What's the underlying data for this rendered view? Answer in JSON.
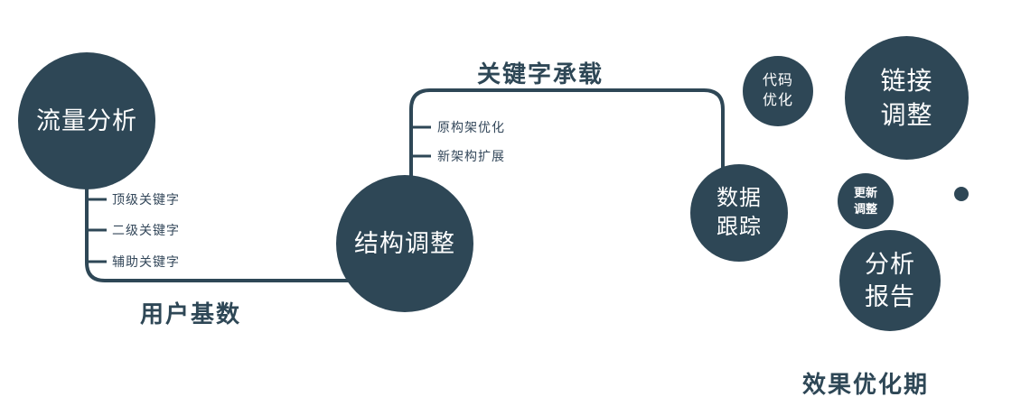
{
  "diagram": {
    "nodes": {
      "traffic": {
        "label": "流量分析"
      },
      "structure": {
        "label": "结构调整"
      },
      "tracking": {
        "label": "数据\n跟踪"
      },
      "code": {
        "label": "代码\n优化"
      },
      "link": {
        "label": "链接\n调整"
      },
      "update": {
        "label": "更新\n调整"
      },
      "report": {
        "label": "分析\n报告"
      }
    },
    "edge_labels": {
      "user_base": "用户基数",
      "keyword_carry": "关键字承载"
    },
    "branches": {
      "keywords": [
        "顶级关键字",
        "二级关键字",
        "辅助关键字"
      ],
      "architecture": [
        "原构架优化",
        "新架构扩展"
      ]
    },
    "period_label": "效果优化期",
    "colors": {
      "primary": "#2e4756",
      "node_text": "#ffffff",
      "branch_text": "#33475a",
      "background": "#ffffff"
    }
  }
}
